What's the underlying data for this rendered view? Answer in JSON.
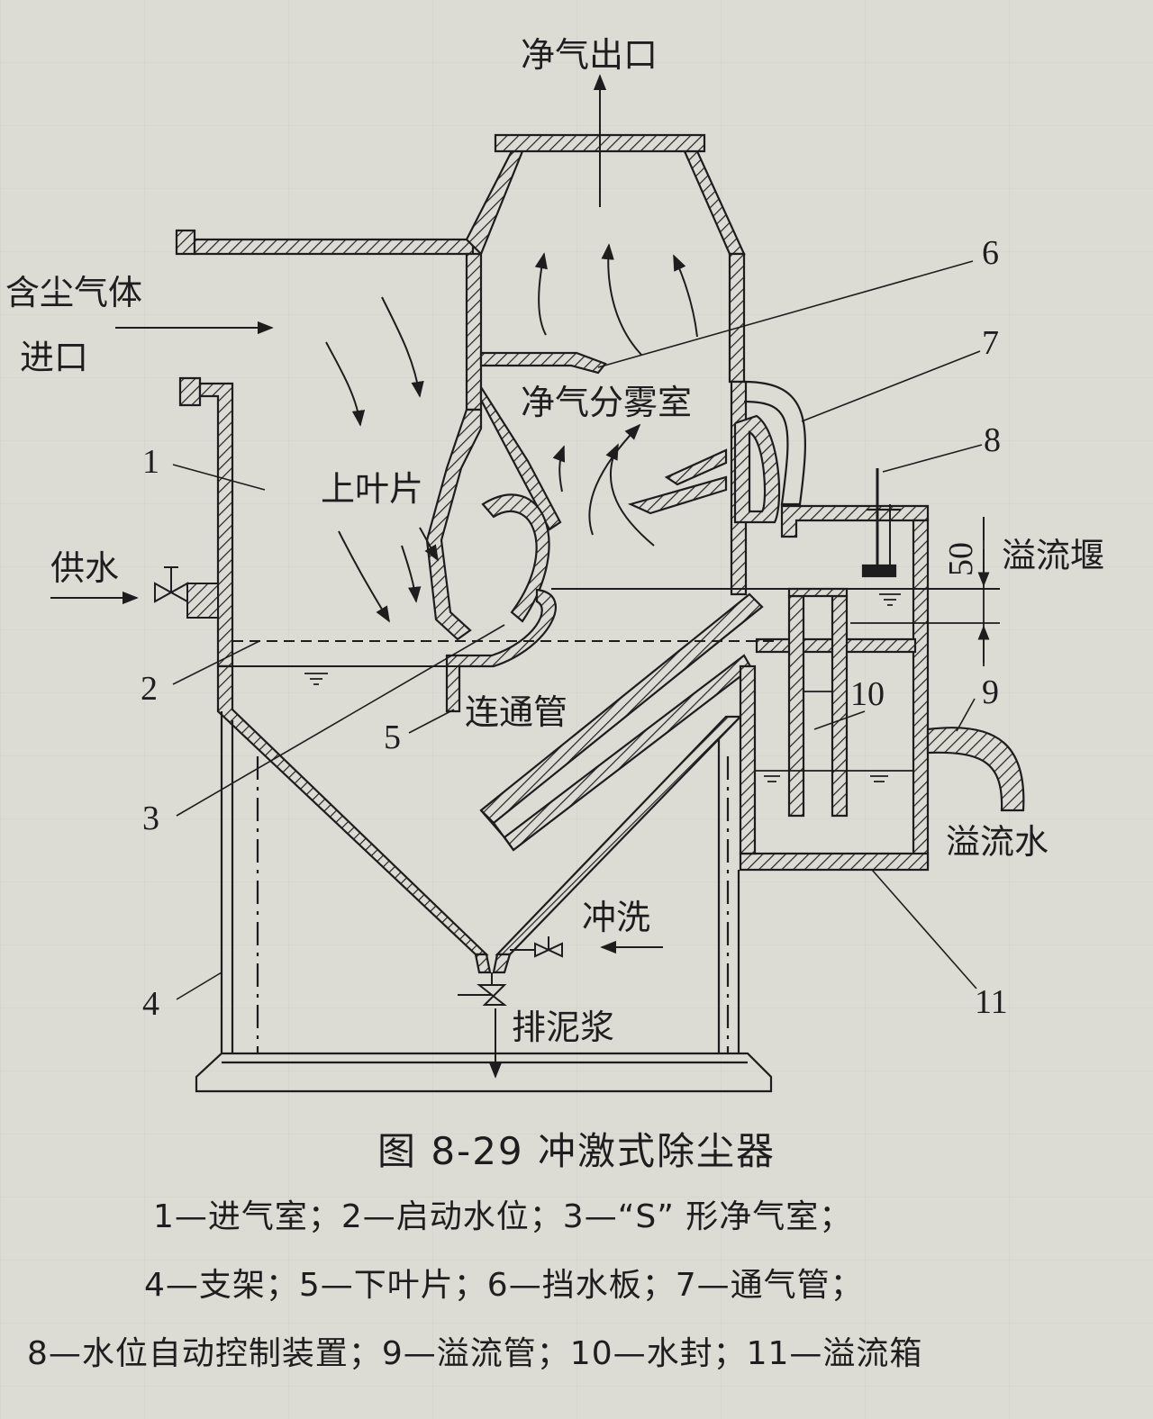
{
  "figure": {
    "caption": "图 8-29   冲激式除尘器",
    "labels": {
      "clean_gas_outlet": "净气出口",
      "dusty_gas_inlet_line1": "含尘气体",
      "dusty_gas_inlet_line2": "进口",
      "clean_gas_mist_chamber": "净气分雾室",
      "upper_blade": "上叶片",
      "water_supply": "供水",
      "connecting_pipe": "连通管",
      "overflow_weir": "溢流堰",
      "overflow_water": "溢流水",
      "flushing": "冲洗",
      "sludge_discharge": "排泥浆",
      "dimension_50": "50"
    },
    "numbers": {
      "n1": "1",
      "n2": "2",
      "n3": "3",
      "n4": "4",
      "n5": "5",
      "n6": "6",
      "n7": "7",
      "n8": "8",
      "n9": "9",
      "n10": "10",
      "n11": "11"
    }
  },
  "legend": {
    "line1": "1—进气室；2—启动水位；3—“S” 形净气室；",
    "line2": "4—支架；5—下叶片；6—挡水板；7—通气管；",
    "line3": "8—水位自动控制装置；9—溢流管；10—水封；11—溢流箱"
  },
  "colors": {
    "paper": "#dcdbd4",
    "ink": "#1d1d1d"
  }
}
